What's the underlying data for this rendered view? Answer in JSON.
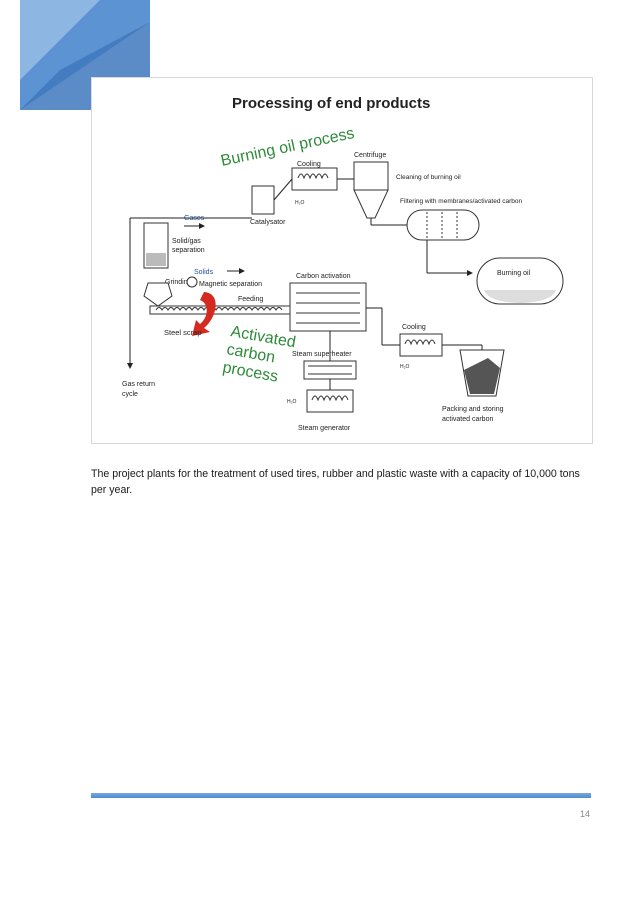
{
  "figure": {
    "title": "Processing of end products",
    "burning_oil_label": "Burning oil process",
    "activated_carbon_label": [
      "Activated",
      "carbon",
      "process"
    ],
    "labels": {
      "cooling_top": "Cooling",
      "centrifuge": "Centrifuge",
      "cleaning": "Cleaning of burning oil",
      "filtering": "Filtering with membranes/activated carbon",
      "gases": "Gases",
      "catalysator": "Catalysator",
      "solid_gas": "Solid/gas",
      "separation": "separation",
      "solids": "Solids",
      "grinding": "Grinding",
      "magnetic": "Magnetic separation",
      "carbon_activation": "Carbon activation",
      "feeding": "Feeding",
      "steel_scrap": "Steel scrap",
      "burning_oil": "Burning oil",
      "cooling_bottom": "Cooling",
      "steam_superheater": "Steam superheater",
      "steam_generator": "Steam generator",
      "gas_return": "Gas return",
      "cycle": "cycle",
      "packing": "Packing and storing",
      "activated_carbon": "activated carbon",
      "h2o": "H₂O"
    }
  },
  "caption": "The project plants for the treatment of used tires, rubber and plastic waste with a capacity of 10,000 tons per year.",
  "page_number": "14",
  "colors": {
    "accent_blue": "#4f8ccf",
    "green_label": "#2e8b3a",
    "red_arrow": "#d42a1f"
  }
}
